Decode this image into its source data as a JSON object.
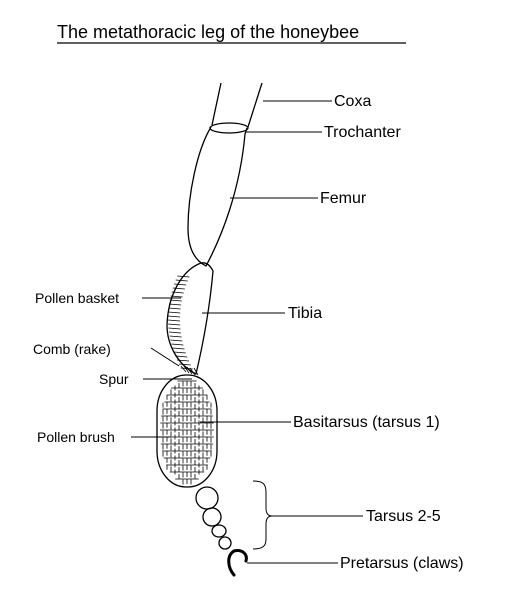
{
  "title": "The metathoracic leg of the honeybee",
  "labels": {
    "coxa": "Coxa",
    "trochanter": "Trochanter",
    "femur": "Femur",
    "pollen_basket": "Pollen basket",
    "tibia": "Tibia",
    "comb": "Comb (rake)",
    "spur": "Spur",
    "pollen_brush": "Pollen brush",
    "basitarsus": "Basitarsus (tarsus 1)",
    "tarsus_2_5": "Tarsus 2-5",
    "pretarsus": "Pretarsus (claws)"
  }
}
